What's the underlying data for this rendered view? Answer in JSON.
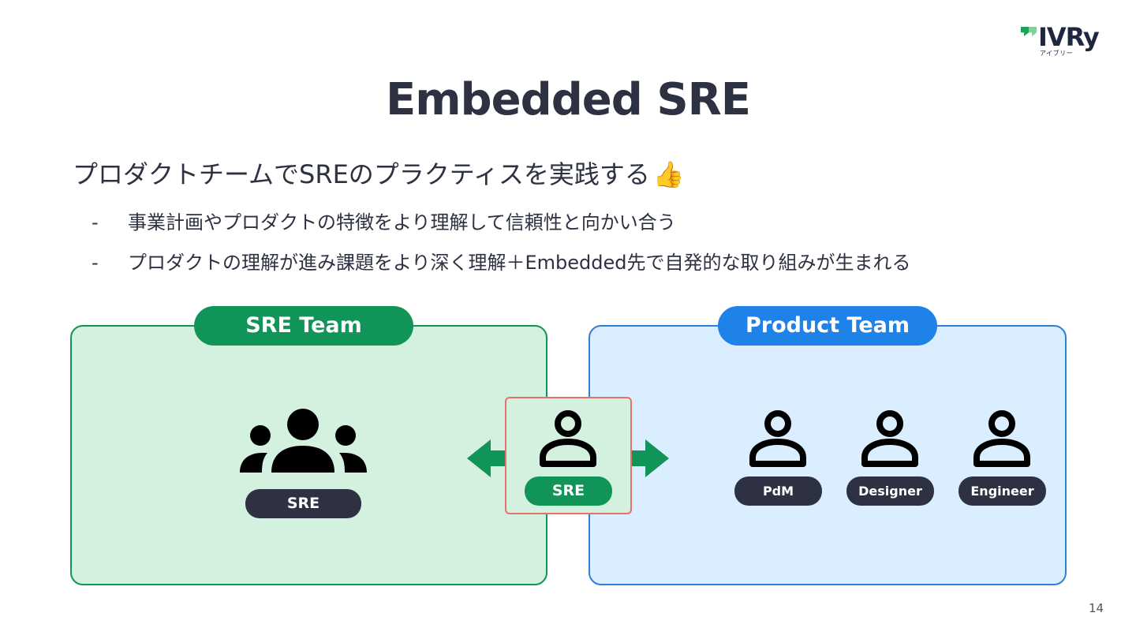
{
  "logo": {
    "text": "IVRy",
    "sub": "アイブリー"
  },
  "title": "Embedded SRE",
  "lead": "プロダクトチームでSREのプラクティスを実践する",
  "lead_emoji": "👍",
  "bullets": [
    {
      "dash": "-",
      "text": "事業計画やプロダクトの特徴をより理解して信頼性と向かい合う"
    },
    {
      "dash": "-",
      "text": "プロダクトの理解が進み課題をより深く理解＋Embedded先で自発的な取り組みが生まれる"
    }
  ],
  "diagram": {
    "sre_team": {
      "label": "SRE Team",
      "member_label": "SRE"
    },
    "product_team": {
      "label": "Product Team",
      "members": [
        "PdM",
        "Designer",
        "Engineer"
      ]
    },
    "embedded": {
      "label": "SRE"
    }
  },
  "colors": {
    "green": "#109458",
    "green_bg": "#d4f0df",
    "blue": "#1e82e8",
    "blue_bg": "#dbeeff",
    "dark": "#2d3142",
    "embed_border": "#e0736c"
  },
  "icons": {
    "team": "group-icon",
    "person": "person-icon",
    "arrow_left": "arrow-left-icon",
    "arrow_right": "arrow-right-icon"
  },
  "page_number": "14"
}
